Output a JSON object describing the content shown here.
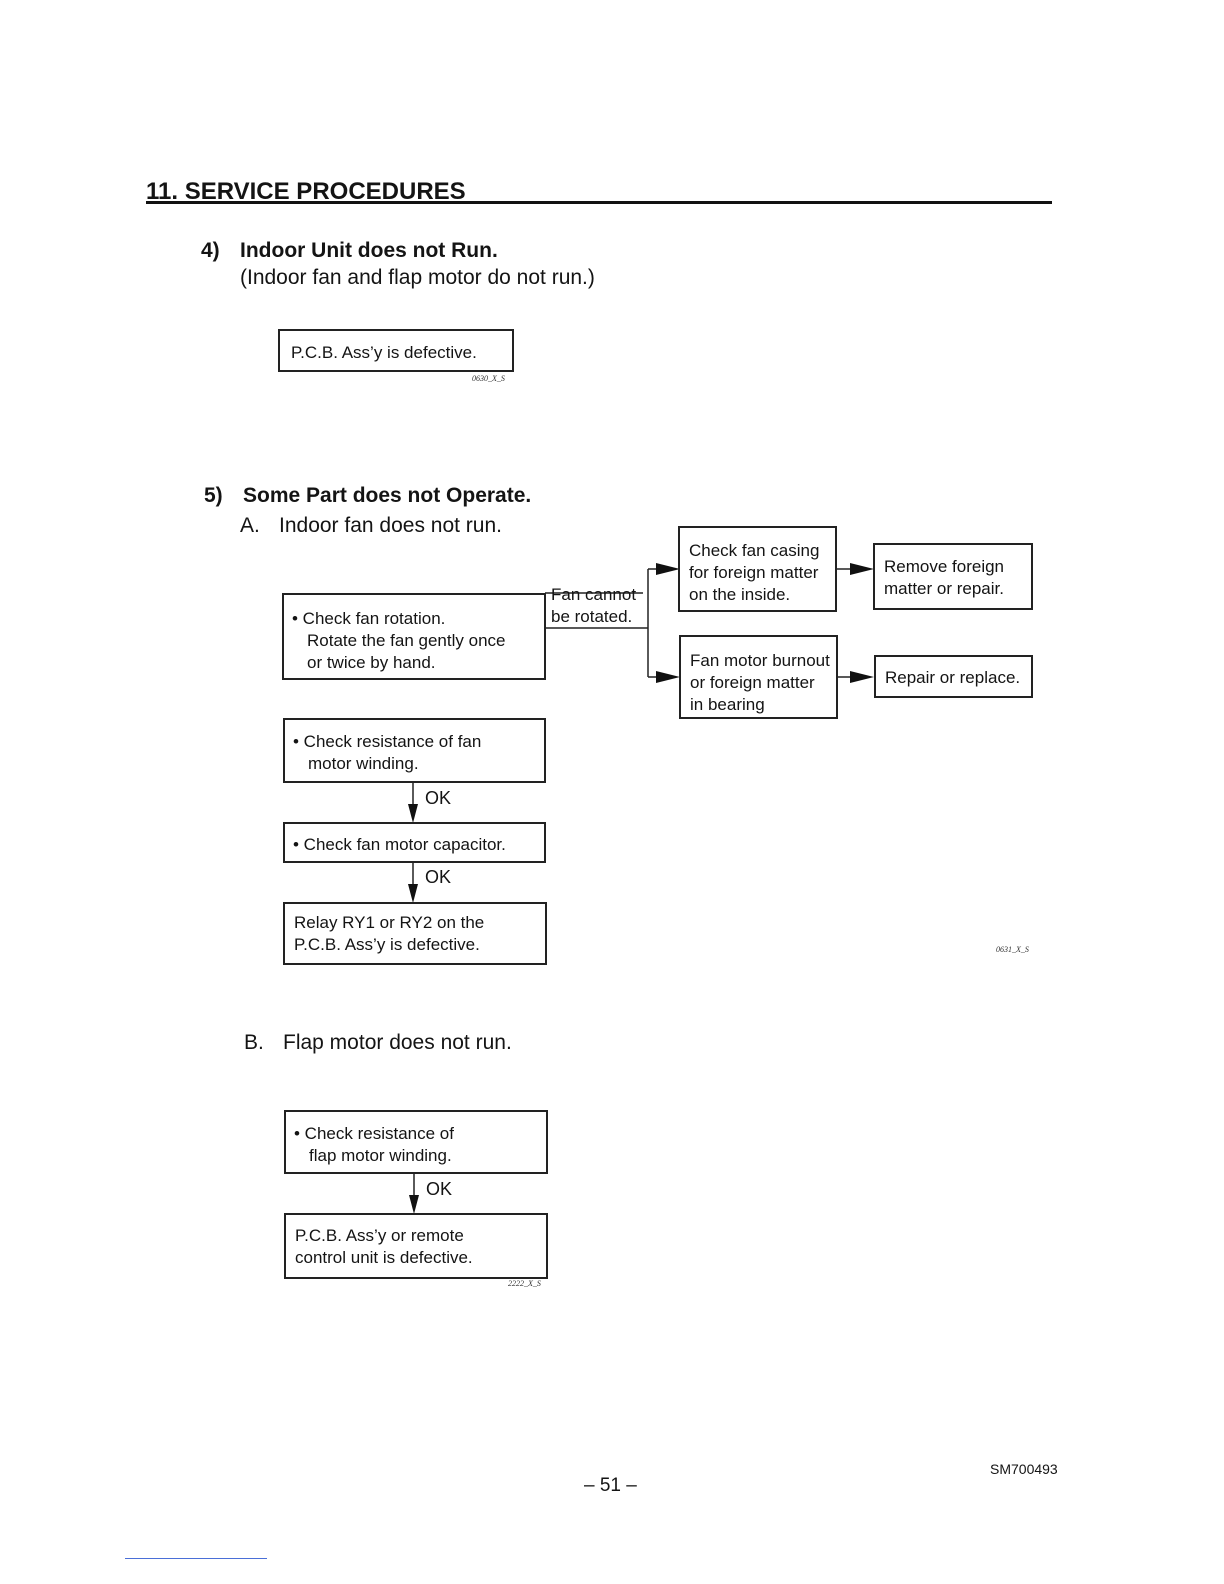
{
  "header": {
    "section_title": "11. SERVICE PROCEDURES"
  },
  "item4": {
    "number": "4)",
    "title": "Indoor Unit does not Run.",
    "subtitle": "(Indoor fan and flap motor do not run.)",
    "box": "P.C.B. Ass’y is defective.",
    "code": "0630_X_S"
  },
  "item5": {
    "number": "5)",
    "title": "Some Part does not Operate.",
    "A": {
      "letter": "A.",
      "heading": "Indoor fan does not run.",
      "rotation_box": [
        "• Check fan rotation.",
        "Rotate the fan gently once",
        "or twice by hand."
      ],
      "fail_label": [
        "Fan cannot",
        "be rotated."
      ],
      "casing_box": [
        "Check fan casing",
        "for foreign matter",
        "on the inside."
      ],
      "remove_box": [
        "Remove foreign",
        "matter or repair."
      ],
      "burnout_box": [
        "Fan motor burnout",
        "or foreign matter",
        "in bearing"
      ],
      "repair_box": "Repair or replace.",
      "resistance_box": [
        "• Check resistance of fan",
        "motor winding."
      ],
      "ok1": "OK",
      "capacitor_box": "• Check fan motor capacitor.",
      "ok2": "OK",
      "relay_box": [
        "Relay RY1 or RY2 on the",
        "P.C.B. Ass’y is defective."
      ],
      "code": "0631_X_S"
    },
    "B": {
      "letter": "B.",
      "heading": "Flap motor does not run.",
      "resistance_box": [
        "• Check resistance of",
        "flap motor winding."
      ],
      "ok": "OK",
      "pcb_box": [
        "P.C.B. Ass’y or remote",
        "control unit is defective."
      ],
      "code": "2222_X_S"
    }
  },
  "footer": {
    "page_number": "– 51 –",
    "doc_id": "SM700493"
  }
}
